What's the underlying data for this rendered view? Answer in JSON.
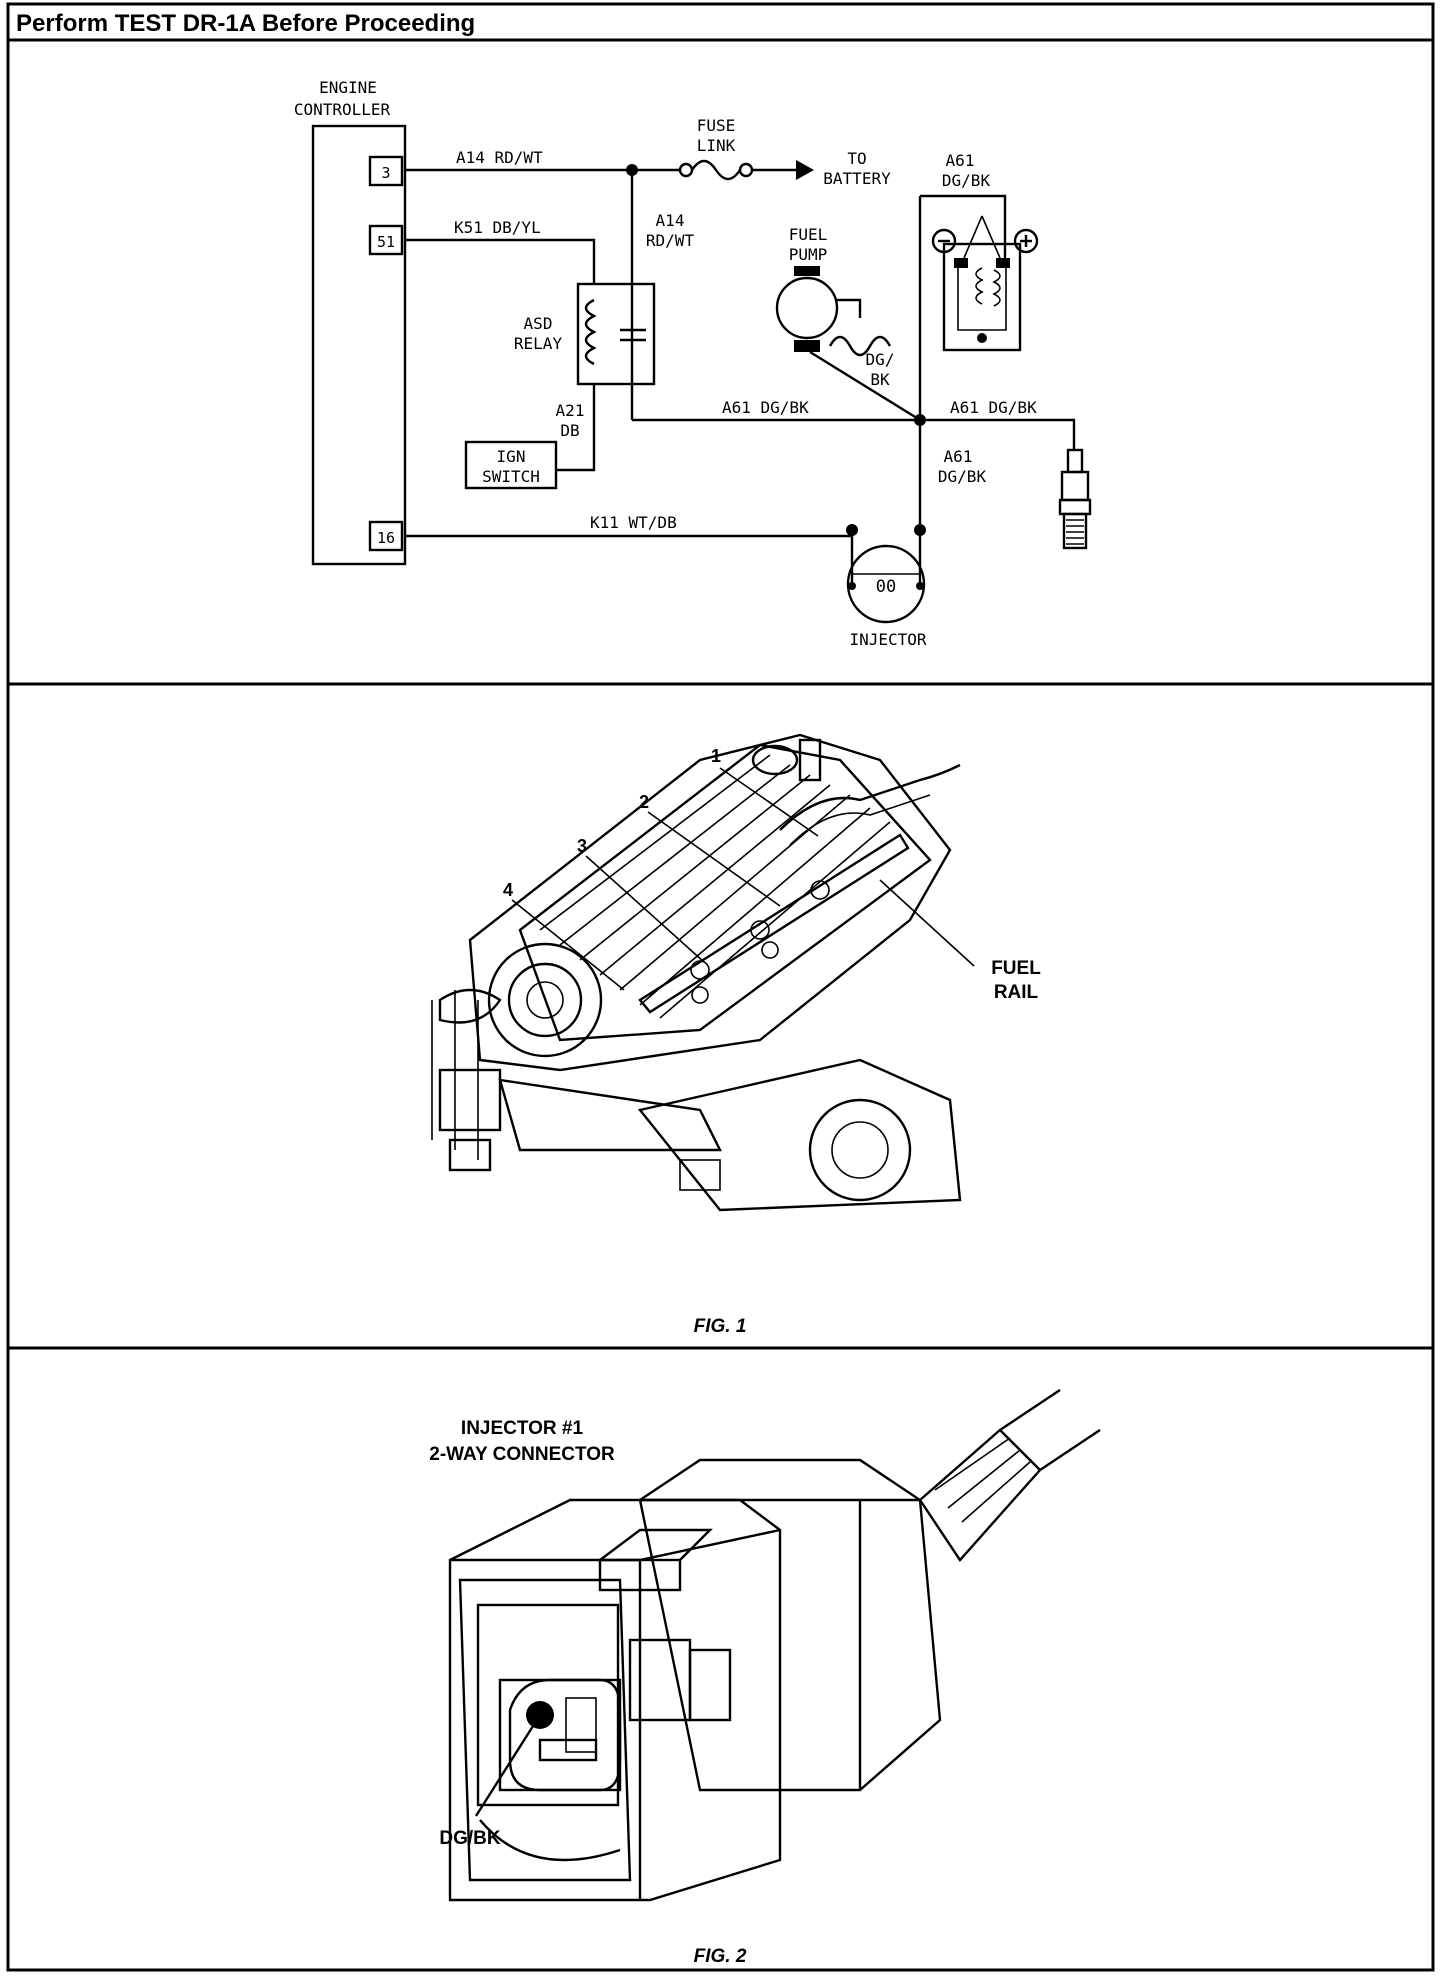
{
  "header": {
    "title": "Perform TEST DR-1A Before Proceeding"
  },
  "schematic": {
    "engine_controller": "ENGINE",
    "engine_controller_2": "CONTROLLER",
    "pins": [
      "3",
      "51",
      "16"
    ],
    "wires": {
      "a14_top": "A14 RD/WT",
      "k51": "K51 DB/YL",
      "a14_mid_1": "A14",
      "a14_mid_2": "RD/WT",
      "a21_1": "A21",
      "a21_2": "DB",
      "a61_mid": "A61 DG/BK",
      "a61_right": "A61 DG/BK",
      "a61_top_1": "A61",
      "a61_top_2": "DG/BK",
      "a61_down_1": "A61",
      "a61_down_2": "DG/BK",
      "dgbk_pump_1": "DG/",
      "dgbk_pump_2": "BK",
      "k11": "K11 WT/DB"
    },
    "fuse_1": "FUSE",
    "fuse_2": "LINK",
    "battery_1": "TO",
    "battery_2": "BATTERY",
    "pump_1": "FUEL",
    "pump_2": "PUMP",
    "relay_1": "ASD",
    "relay_2": "RELAY",
    "ign_1": "IGN",
    "ign_2": "SWITCH",
    "injector": "INJECTOR",
    "injector_coil": "00"
  },
  "fig1": {
    "callouts": [
      "1",
      "2",
      "3",
      "4"
    ],
    "fuel_1": "FUEL",
    "fuel_2": "RAIL",
    "caption": "FIG. 1"
  },
  "fig2": {
    "title_1": "INJECTOR #1",
    "title_2": "2-WAY CONNECTOR",
    "pin_label": "DG/BK",
    "caption": "FIG. 2"
  }
}
